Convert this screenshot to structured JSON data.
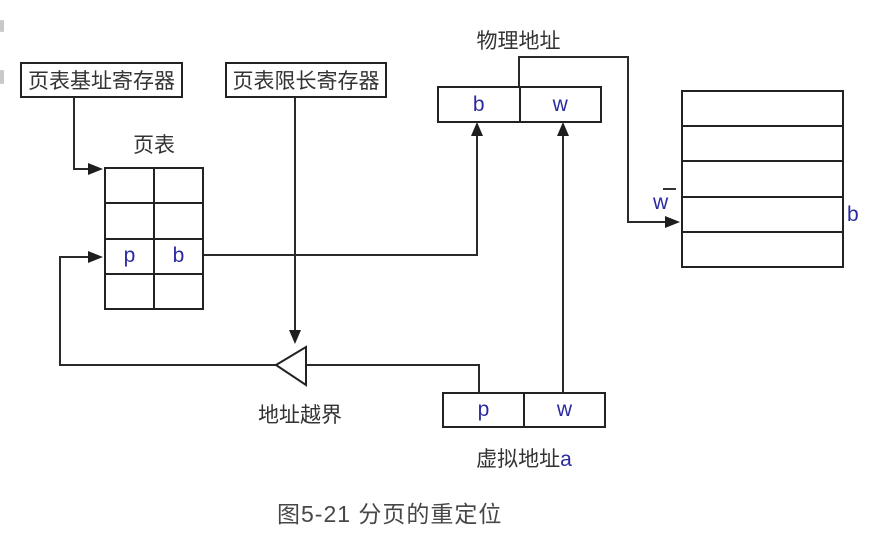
{
  "figure": {
    "caption": "图5-21 分页的重定位"
  },
  "registers": {
    "base_register_label": "页表基址寄存器",
    "limit_register_label": "页表限长寄存器"
  },
  "page_table": {
    "title": "页表",
    "rows": 4,
    "entry_row_index": 3,
    "entry": {
      "page": "p",
      "block": "b"
    }
  },
  "physical_address": {
    "title": "物理地址",
    "fields": {
      "block": "b",
      "offset": "w"
    }
  },
  "virtual_address": {
    "title_prefix": "虚拟地址",
    "title_suffix": "a",
    "fields": {
      "page": "p",
      "offset": "w"
    }
  },
  "memory": {
    "rows": 5,
    "offset_label": "w",
    "block_label": "b"
  },
  "comparator": {
    "fault_label": "地址越界"
  },
  "colors": {
    "line": "#2a2a2a",
    "border": "#222222",
    "chinese_text": "#333333",
    "latin_letter": "#2a2aa0",
    "caption_text": "#474747",
    "background": "#ffffff"
  }
}
